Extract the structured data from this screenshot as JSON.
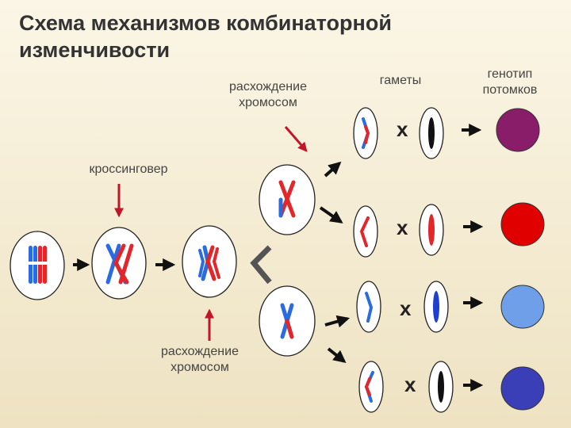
{
  "title": "Схема механизмов комбинаторной изменчивости",
  "labels": {
    "divergence_top": "расхождение хромосом",
    "crossingover": "кроссинговер",
    "divergence_bottom": "расхождение хромосом",
    "gametes": "гаметы",
    "genotype": "генотип потомков",
    "cross_symbol": "х"
  },
  "offspring_colors": [
    "#8a1d6a",
    "#e00000",
    "#6f9fe8",
    "#3a3fb8"
  ],
  "chromosome_colors": {
    "red": "#e2262a",
    "blue": "#2a6be0",
    "dark": "#111111"
  }
}
